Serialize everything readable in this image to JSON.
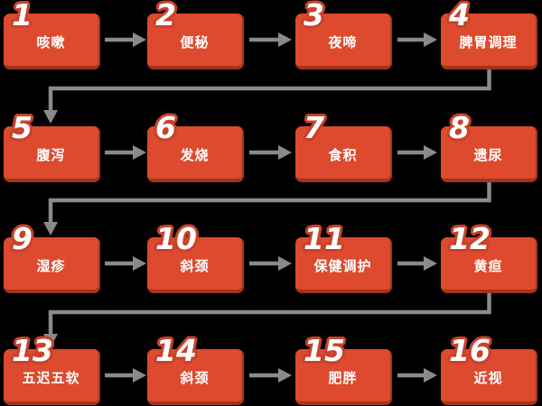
{
  "theme": {
    "bg": "#000000",
    "box-fill": "#dd4a2d",
    "box-edge": "#a2331f",
    "arrow": "#8a8a8a",
    "number-fill": "#ffffff",
    "number-outline": "#c8422a",
    "label-color": "#ffffff"
  },
  "diagram": {
    "type": "flowchart",
    "flow": "sequential steps 1 to 16, left-to-right in rows, wrapping to next row",
    "rows": 4,
    "columns": 4
  },
  "nodes": [
    {
      "num": "1",
      "label": "咳嗽"
    },
    {
      "num": "2",
      "label": "便秘"
    },
    {
      "num": "3",
      "label": "夜啼"
    },
    {
      "num": "4",
      "label": "脾胃调理"
    },
    {
      "num": "5",
      "label": "腹泻"
    },
    {
      "num": "6",
      "label": "发烧"
    },
    {
      "num": "7",
      "label": "食积"
    },
    {
      "num": "8",
      "label": "遗尿"
    },
    {
      "num": "9",
      "label": "湿疹"
    },
    {
      "num": "10",
      "label": "斜颈"
    },
    {
      "num": "11",
      "label": "保健调护"
    },
    {
      "num": "12",
      "label": "黄疸"
    },
    {
      "num": "13",
      "label": "五迟五软"
    },
    {
      "num": "14",
      "label": "斜颈"
    },
    {
      "num": "15",
      "label": "肥胖"
    },
    {
      "num": "16",
      "label": "近视"
    }
  ]
}
